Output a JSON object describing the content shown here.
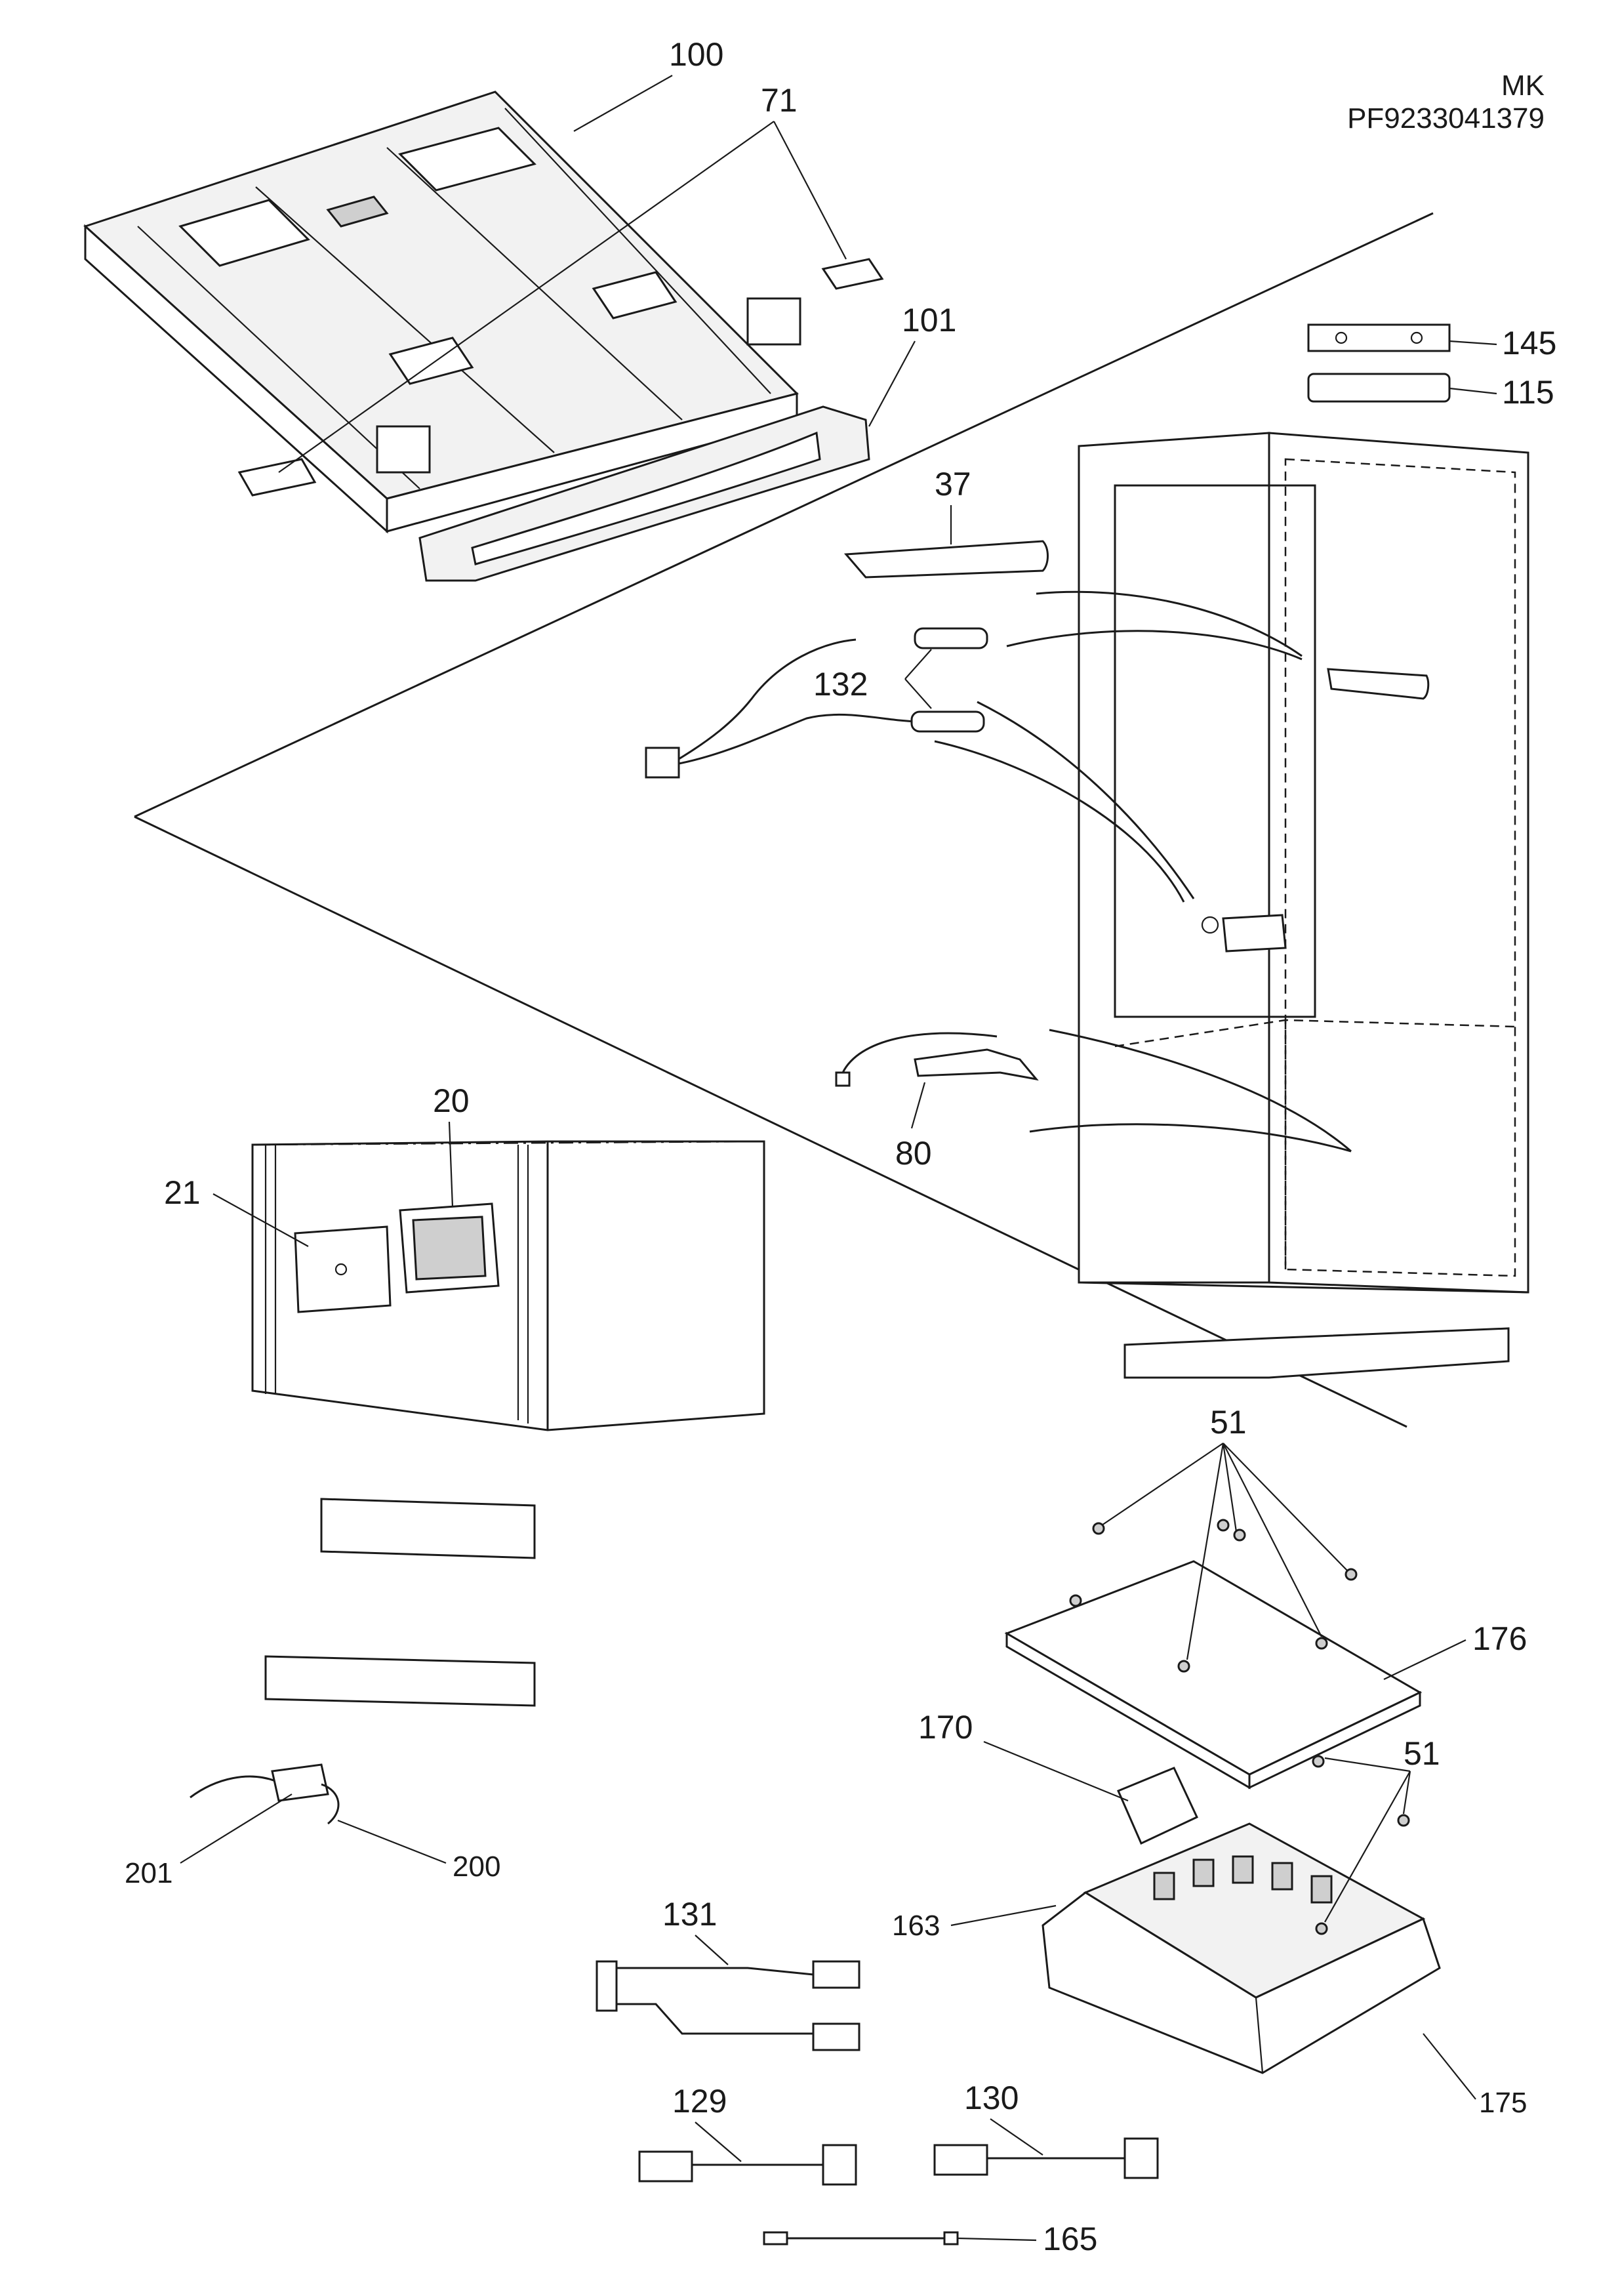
{
  "header": {
    "code_line1": "MK",
    "code_line2": "PF9233041379"
  },
  "callouts": {
    "c100": "100",
    "c71": "71",
    "c101": "101",
    "c145": "145",
    "c115": "115",
    "c37": "37",
    "c132": "132",
    "c80": "80",
    "c20": "20",
    "c21": "21",
    "c51a": "51",
    "c51b": "51",
    "c176": "176",
    "c170": "170",
    "c201": "201",
    "c200": "200",
    "c131": "131",
    "c163": "163",
    "c175": "175",
    "c129": "129",
    "c130": "130",
    "c165": "165"
  }
}
